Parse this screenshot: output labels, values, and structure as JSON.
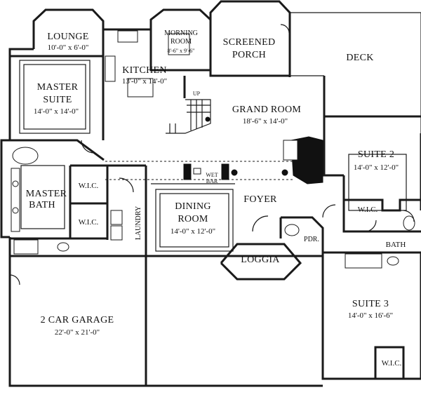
{
  "rooms": {
    "lounge": {
      "name": "LOUNGE",
      "dims": "10'-0\" x 6'-0\""
    },
    "morning_room": {
      "name_line1": "MORNING",
      "name_line2": "ROOM",
      "dims": "8'-6\" x 9'-6\""
    },
    "screened_porch": {
      "name_line1": "SCREENED",
      "name_line2": "PORCH"
    },
    "deck": {
      "name": "DECK"
    },
    "kitchen": {
      "name": "KITCHEN",
      "dims": "13'-0\" x 14'-0\""
    },
    "master_suite": {
      "name_line1": "MASTER",
      "name_line2": "SUITE",
      "dims": "14'-0\" x 14'-0\""
    },
    "grand_room": {
      "name": "GRAND ROOM",
      "dims": "18'-6\" x 14'-0\""
    },
    "suite_2": {
      "name": "SUITE 2",
      "dims": "14'-0\" x 12'-0\""
    },
    "master_bath": {
      "name_line1": "MASTER",
      "name_line2": "BATH"
    },
    "wic_master_1": {
      "name": "W.I.C."
    },
    "wic_master_2": {
      "name": "W.I.C."
    },
    "dining_room": {
      "name_line1": "DINING",
      "name_line2": "ROOM",
      "dims": "14'-0\" x 12'-0\""
    },
    "foyer": {
      "name": "FOYER"
    },
    "laundry": {
      "name": "LAUNDRY"
    },
    "wet_bar": {
      "name_line1": "WET",
      "name_line2": "BAR"
    },
    "wic_suite_2": {
      "name": "W.I.C."
    },
    "powder": {
      "name": "PDR."
    },
    "bath": {
      "name": "BATH"
    },
    "loggia": {
      "name": "LOGGIA"
    },
    "garage": {
      "name": "2 CAR GARAGE",
      "dims": "22'-0\" x 21'-0\""
    },
    "suite_3": {
      "name": "SUITE 3",
      "dims": "14'-0\" x 16'-6\""
    },
    "wic_suite_3": {
      "name": "W.I.C."
    }
  },
  "stairs": {
    "up_label": "UP"
  }
}
